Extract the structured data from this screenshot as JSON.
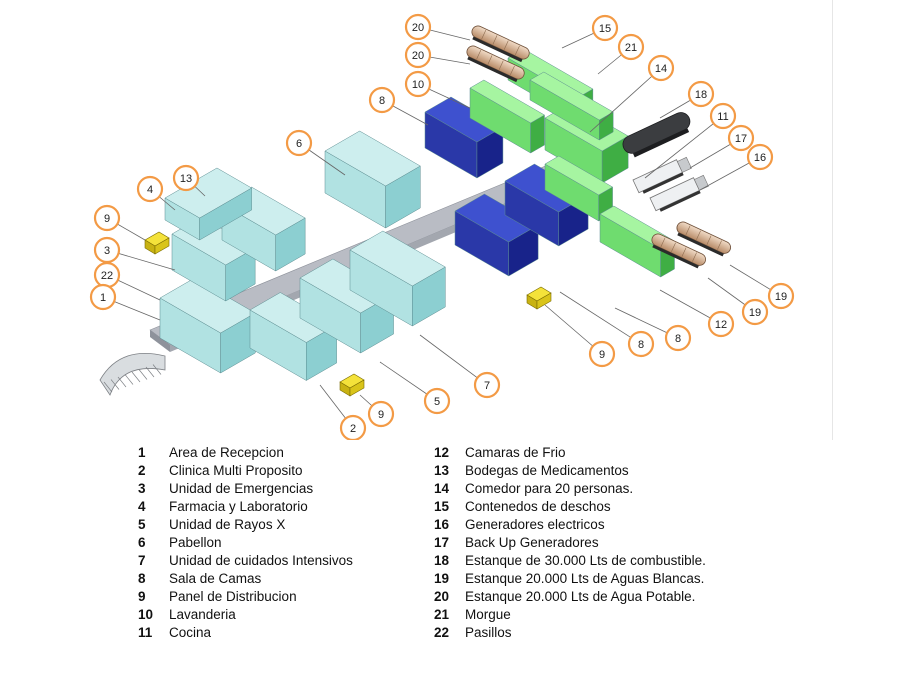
{
  "diagram": {
    "markers": [
      {
        "num": "20",
        "label": "Estanque 20.000 Lts de Agua Potable."
      },
      {
        "num": "20",
        "label": "Estanque 20.000 Lts de Agua Potable."
      },
      {
        "num": "15",
        "label": "Contenedos de deschos"
      },
      {
        "num": "21",
        "label": "Morgue"
      },
      {
        "num": "14",
        "label": "Comedor para 20 personas."
      },
      {
        "num": "10",
        "label": "Lavanderia"
      },
      {
        "num": "18",
        "label": "Estanque de 30.000 Lts de combustible."
      },
      {
        "num": "8",
        "label": "Sala de Camas"
      },
      {
        "num": "11",
        "label": "Cocina"
      },
      {
        "num": "17",
        "label": "Back Up Generadores"
      },
      {
        "num": "16",
        "label": "Generadores electricos"
      },
      {
        "num": "6",
        "label": "Pabellon"
      },
      {
        "num": "4",
        "label": "Farmacia y Laboratorio"
      },
      {
        "num": "13",
        "label": "Bodegas de Medicamentos"
      },
      {
        "num": "9",
        "label": "Panel de Distribucion"
      },
      {
        "num": "3",
        "label": "Unidad de Emergencias"
      },
      {
        "num": "22",
        "label": "Pasillos"
      },
      {
        "num": "1",
        "label": "Area de Recepcion"
      },
      {
        "num": "19",
        "label": "Estanque 20.000 Lts de Aguas Blancas."
      },
      {
        "num": "19",
        "label": "Estanque 20.000 Lts de Aguas Blancas."
      },
      {
        "num": "12",
        "label": "Camaras de Frio"
      },
      {
        "num": "8",
        "label": "Sala de Camas"
      },
      {
        "num": "8",
        "label": "Sala de Camas"
      },
      {
        "num": "9",
        "label": "Panel de Distribucion"
      },
      {
        "num": "7",
        "label": "Unidad de cuidados Intensivos"
      },
      {
        "num": "5",
        "label": "Unidad de Rayos X"
      },
      {
        "num": "9",
        "label": "Panel de Distribucion"
      },
      {
        "num": "2",
        "label": "Clinica Multi Proposito"
      }
    ]
  },
  "legend": {
    "left": [
      {
        "num": "1",
        "label": "Area de Recepcion"
      },
      {
        "num": "2",
        "label": "Clinica Multi Proposito"
      },
      {
        "num": "3",
        "label": "Unidad de Emergencias"
      },
      {
        "num": "4",
        "label": "Farmacia y Laboratorio"
      },
      {
        "num": "5",
        "label": "Unidad de Rayos X"
      },
      {
        "num": "6",
        "label": "Pabellon"
      },
      {
        "num": "7",
        "label": "Unidad de cuidados Intensivos"
      },
      {
        "num": "8",
        "label": "Sala de Camas"
      },
      {
        "num": "9",
        "label": "Panel de Distribucion"
      },
      {
        "num": "10",
        "label": "Lavanderia"
      },
      {
        "num": "11",
        "label": "Cocina"
      }
    ],
    "right": [
      {
        "num": "12",
        "label": "Camaras de Frio"
      },
      {
        "num": "13",
        "label": "Bodegas de Medicamentos"
      },
      {
        "num": "14",
        "label": "Comedor para 20 personas."
      },
      {
        "num": "15",
        "label": "Contenedos de deschos"
      },
      {
        "num": "16",
        "label": "Generadores electricos"
      },
      {
        "num": "17",
        "label": "Back Up Generadores"
      },
      {
        "num": "18",
        "label": "Estanque de 30.000 Lts de combustible."
      },
      {
        "num": "19",
        "label": "Estanque 20.000 Lts de Aguas Blancas."
      },
      {
        "num": "20",
        "label": "Estanque 20.000 Lts de Agua Potable."
      },
      {
        "num": "21",
        "label": "Morgue"
      },
      {
        "num": "22",
        "label": "Pasillos"
      }
    ]
  },
  "colors": {
    "building_light": "#bfe9e6",
    "building_mid": "#8fcfd0",
    "building_dark": "#5fa8ad",
    "navy_light": "#2f3fb8",
    "navy_dark": "#141e7a",
    "green_light": "#8ef08a",
    "green_dark": "#3fb543",
    "corridor": "#b9bcc4",
    "marker_stroke": "#f39a45",
    "panel_yellow": "#e8d21a"
  }
}
